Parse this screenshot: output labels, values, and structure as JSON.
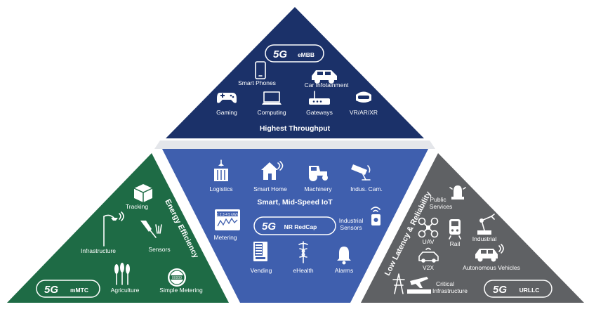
{
  "colors": {
    "embb": "#1b3169",
    "iot": "#3f5fae",
    "mmtc": "#1e6b45",
    "urllc": "#5f6164",
    "shadow": "#e4e6ea"
  },
  "embb": {
    "badge_5g": "5G",
    "badge_label": "eMBB",
    "smart_phones": "Smart Phones",
    "car_infotainment": "Car Infotainment",
    "gaming": "Gaming",
    "computing": "Computing",
    "gateways": "Gateways",
    "vr_ar_xr": "VR/AR/XR",
    "caption": "Highest Throughput"
  },
  "iot": {
    "logistics": "Logistics",
    "smart_home": "Smart Home",
    "machinery": "Machinery",
    "indus_cam": "Indus. Cam.",
    "caption": "Smart, Mid-Speed IoT",
    "metering": "Metering",
    "meter_display": "1 2 3 4 5 kWh",
    "badge_5g": "5G",
    "badge_label": "NR RedCap",
    "industrial_sensors_1": "Industrial",
    "industrial_sensors_2": "Sensors",
    "vending": "Vending",
    "ehealth": "eHealth",
    "alarms": "Alarms"
  },
  "mmtc": {
    "tracking": "Tracking",
    "infrastructure": "Infrastructure",
    "sensors": "Sensors",
    "agriculture": "Agriculture",
    "simple_metering": "Simple Metering",
    "meter_display": "00000",
    "side_caption": "Energy Efficiency",
    "badge_5g": "5G",
    "badge_label": "mMTC"
  },
  "urllc": {
    "side_caption": "Low Latency & Reliability",
    "public_services_1": "Public",
    "public_services_2": "Services",
    "uav": "UAV",
    "rail": "Rail",
    "industrial": "Industrial",
    "v2x": "V2X",
    "autonomous_vehicles": "Autonomous Vehicles",
    "critical_infrastructure_1": "Critical",
    "critical_infrastructure_2": "Infrastructure",
    "badge_5g": "5G",
    "badge_label": "URLLC"
  }
}
